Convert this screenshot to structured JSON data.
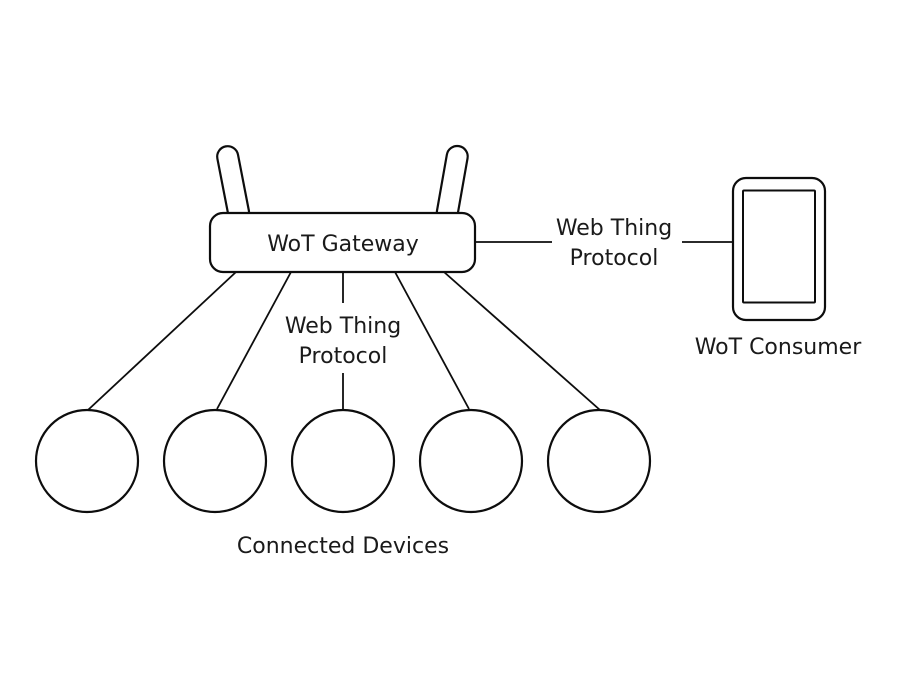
{
  "diagram": {
    "gateway": {
      "label": "WoT Gateway"
    },
    "consumer": {
      "label": "WoT Consumer"
    },
    "devices": {
      "label": "Connected Devices",
      "count": 5
    },
    "center_protocol": {
      "line1": "Web Thing",
      "line2": "Protocol"
    },
    "right_protocol": {
      "line1": "Web Thing",
      "line2": "Protocol"
    },
    "colors": {
      "stroke": "#0d0d0d",
      "text": "#1a1a1a",
      "background": "#ffffff"
    }
  }
}
